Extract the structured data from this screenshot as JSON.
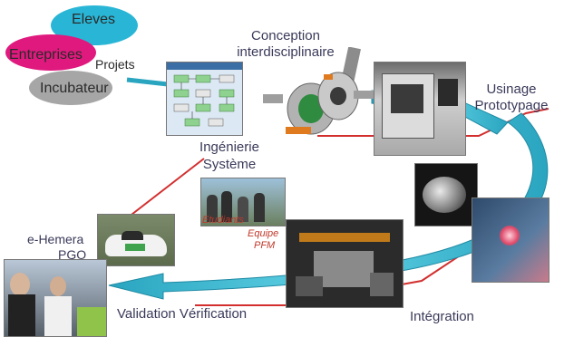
{
  "bubbles": {
    "eleves": "Eleves",
    "entreprises": "Entreprises",
    "incubateur": "Incubateur",
    "projets": "Projets"
  },
  "stages": {
    "conception": [
      "Conception",
      "interdisciplinaire"
    ],
    "usinage": [
      "Usinage",
      "Prototypage"
    ],
    "ingenierie": [
      "Ingénierie",
      "Système"
    ],
    "integration": "Intégration",
    "validation": "Validation Vérification"
  },
  "team": {
    "etudiants": "Etudiants",
    "equipe": [
      "Equipe",
      "PFM"
    ]
  },
  "vehicle": [
    "e-Hemera",
    "PGO"
  ],
  "colors": {
    "eleves": "#29b6d6",
    "entreprises": "#e0197e",
    "incubateur": "#a6a6a6",
    "arrow": "#3bb8cf",
    "cycle_line": "#d32f2f",
    "label_text": "#3a3a5a",
    "photo_caption": "#c0392b"
  }
}
